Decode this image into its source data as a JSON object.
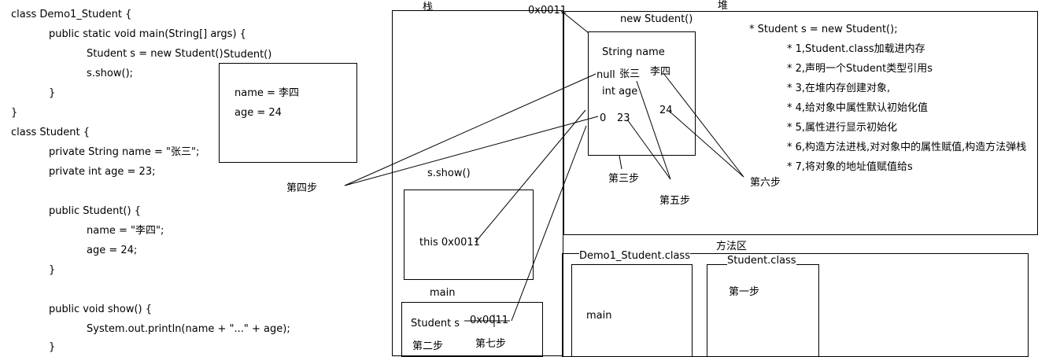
{
  "code": {
    "lines": [
      "class Demo1_Student {",
      "public static void main(String[] args) {",
      "Student s = new Student();",
      "s.show();",
      "}",
      "}",
      "class Student {",
      "private String name = \"张三\";",
      "private int age = 23;",
      "public Student() {",
      "name = \"李四\";",
      "age = 24;",
      "}",
      "public void show() {",
      "System.out.println(name + \"...\" + age);",
      "}"
    ]
  },
  "student_popup": {
    "title": "Student()",
    "name_line": "name = 李四",
    "age_line": "age = 24"
  },
  "labels": {
    "step4": "第四步",
    "step3": "第三步",
    "step5": "第五步",
    "step6": "第六步",
    "step1": "第一步",
    "step2": "第二步",
    "step7": "第七步"
  },
  "stack": {
    "title": "栈",
    "address_top": "0x0011",
    "show_frame": {
      "title": "s.show()",
      "content": "this 0x0011"
    },
    "main_frame": {
      "title": "main",
      "var": "Student s",
      "addr": "0x0011"
    }
  },
  "heap": {
    "title": "堆",
    "object": {
      "title": "new Student()",
      "string_name": "String name",
      "null_val": "null",
      "zhangsan": "张三",
      "lisi": "李四",
      "int_age": "int age",
      "zero": "0",
      "v23": "23",
      "v24": "24"
    },
    "notes": [
      "* Student s = new Student();",
      "* 1,Student.class加载进内存",
      "* 2,声明一个Student类型引用s",
      "* 3,在堆内存创建对象,",
      "* 4,给对象中属性默认初始化值",
      "* 5,属性进行显示初始化",
      "* 6,构造方法进栈,对对象中的属性赋值,构造方法弹栈",
      "* 7,将对象的地址值赋值给s"
    ]
  },
  "method_area": {
    "title": "方法区",
    "demo_class": {
      "title": "Demo1_Student.class",
      "content": "main"
    },
    "student_class": {
      "title": "Student.class",
      "content": "第一步"
    }
  }
}
